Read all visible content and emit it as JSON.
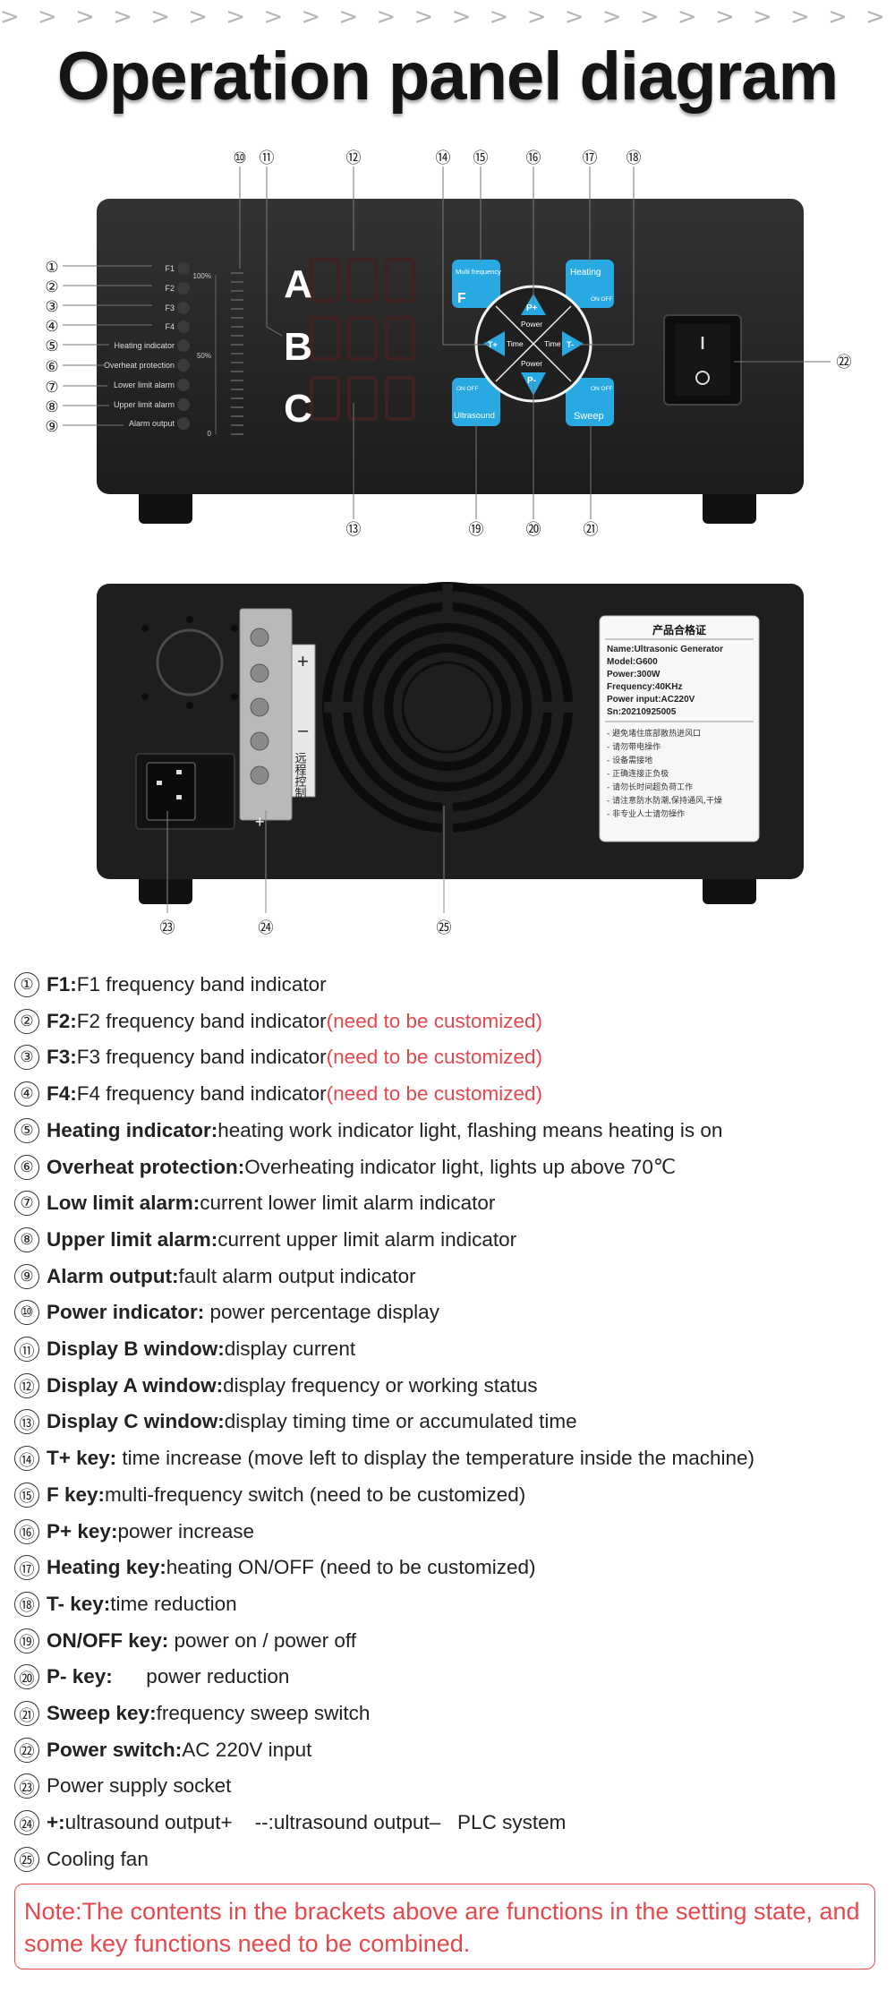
{
  "header": {
    "chevrons": "> > > > > > > > > > > > > > > > > > > > > > > > > > > > > > > > > > > > > > > > > > > > > > > > > > > >",
    "title": "Operation panel diagram"
  },
  "front_panel": {
    "indicators": [
      "F1",
      "F2",
      "F3",
      "F4",
      "Heating indicator",
      "Overheat protection",
      "Lower limit alarm",
      "Upper limit alarm",
      "Alarm output"
    ],
    "bar_labels": {
      "top": "100%",
      "mid": "50%",
      "bottom": "0"
    },
    "displays": [
      "A",
      "B",
      "C"
    ],
    "keys": {
      "multi_freq": "Multi frequency",
      "f": "F",
      "heating": "Heating",
      "on_off": "ON OFF",
      "ultrasound": "Ultrasound",
      "sweep": "Sweep",
      "p_plus": "P+",
      "p_minus": "P-",
      "t_plus": "T+",
      "t_minus": "T-",
      "power": "Power",
      "time": "Time"
    },
    "callouts_top": [
      "⑩",
      "⑪",
      "⑫",
      "⑭",
      "⑮",
      "⑯",
      "⑰",
      "⑱"
    ],
    "callouts_left": [
      "①",
      "②",
      "③",
      "④",
      "⑤",
      "⑥",
      "⑦",
      "⑧",
      "⑨"
    ],
    "callouts_bottom": [
      "⑬",
      "⑲",
      "⑳",
      "㉑"
    ],
    "callout_right": "㉒"
  },
  "back_panel": {
    "label_title": "产品合格证",
    "label_lines": [
      "Name:Ultrasonic Generator",
      "Model:G600",
      "Power:300W",
      "Frequency:40KHz",
      "Power input:AC220V",
      "Sn:20210925005"
    ],
    "warnings": [
      "- 避免堵住底部散热进风口",
      "- 请勿带电操作",
      "- 设备需接地",
      "- 正确连接正负极",
      "- 请勿长时间超负荷工作",
      "- 请注意防水防潮,保持通风,干燥",
      "- 非专业人士请勿操作"
    ],
    "terminal_plus": "+",
    "terminal_minus": "–",
    "terminal_label": "远程控制",
    "callouts": [
      "㉓",
      "㉔",
      "㉕"
    ]
  },
  "legend": [
    {
      "num": "①",
      "key": "F1:",
      "text": "F1 frequency band indicator",
      "red": ""
    },
    {
      "num": "②",
      "key": "F2:",
      "text": "F2 frequency band indicator",
      "red": "(need to be customized)"
    },
    {
      "num": "③",
      "key": "F3:",
      "text": "F3 frequency band indicator",
      "red": "(need to be customized)"
    },
    {
      "num": "④",
      "key": "F4:",
      "text": "F4 frequency band indicator",
      "red": "(need to be customized)"
    },
    {
      "num": "⑤",
      "key": "Heating indicator:",
      "text": "heating work indicator light, flashing means heating is on",
      "red": ""
    },
    {
      "num": "⑥",
      "key": "Overheat protection:",
      "text": "Overheating indicator light, lights up above 70℃",
      "red": ""
    },
    {
      "num": "⑦",
      "key": "Low limit alarm:",
      "text": "current lower limit alarm indicator",
      "red": ""
    },
    {
      "num": "⑧",
      "key": "Upper limit alarm:",
      "text": "current upper limit alarm indicator",
      "red": ""
    },
    {
      "num": "⑨",
      "key": "Alarm output:",
      "text": "fault alarm output indicator",
      "red": ""
    },
    {
      "num": "⑩",
      "key": "Power indicator:",
      "text": " power percentage display",
      "red": ""
    },
    {
      "num": "⑪",
      "key": "Display B window:",
      "text": "display current",
      "red": ""
    },
    {
      "num": "⑫",
      "key": "Display A window:",
      "text": "display frequency or working status",
      "red": ""
    },
    {
      "num": "⑬",
      "key": "Display C window:",
      "text": "display timing time or accumulated time",
      "red": ""
    },
    {
      "num": "⑭",
      "key": "T+ key:",
      "text": " time increase (move left to display the temperature inside the machine)",
      "red": ""
    },
    {
      "num": "⑮",
      "key": "F key:",
      "text": "multi-frequency switch (need to be customized)",
      "red": ""
    },
    {
      "num": "⑯",
      "key": "P+ key:",
      "text": "power increase",
      "red": ""
    },
    {
      "num": "⑰",
      "key": "Heating key:",
      "text": "heating ON/OFF (need to be customized)",
      "red": ""
    },
    {
      "num": "⑱",
      "key": "T- key:",
      "text": "time reduction",
      "red": ""
    },
    {
      "num": "⑲",
      "key": "ON/OFF key:",
      "text": " power on / power off",
      "red": ""
    },
    {
      "num": "⑳",
      "key": "P- key:",
      "text": "      power reduction",
      "red": ""
    },
    {
      "num": "㉑",
      "key": "Sweep key:",
      "text": "frequency sweep switch",
      "red": ""
    },
    {
      "num": "㉒",
      "key": "Power switch:",
      "text": "AC 220V input",
      "red": ""
    },
    {
      "num": "㉓",
      "key": "",
      "text": "Power supply socket",
      "red": ""
    },
    {
      "num": "㉔",
      "key": "+:",
      "text": "ultrasound output+    --:ultrasound output–   PLC system",
      "red": ""
    },
    {
      "num": "㉕",
      "key": "",
      "text": "Cooling fan",
      "red": ""
    }
  ],
  "note": "Note:The contents in the brackets above are functions in the setting state, and some key functions need to be combined.",
  "colors": {
    "device": "#262626",
    "key_blue": "#29a9e1",
    "note_red": "#e5484d"
  }
}
